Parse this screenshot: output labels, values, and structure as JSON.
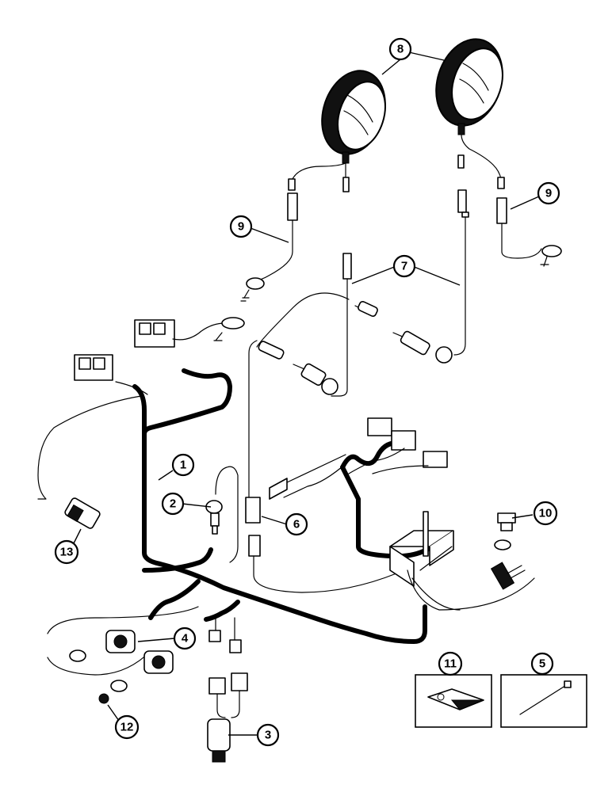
{
  "diagram": {
    "callouts": [
      {
        "id": "c1",
        "label": "1"
      },
      {
        "id": "c2",
        "label": "2"
      },
      {
        "id": "c3",
        "label": "3"
      },
      {
        "id": "c4",
        "label": "4"
      },
      {
        "id": "c5",
        "label": "5"
      },
      {
        "id": "c6",
        "label": "6"
      },
      {
        "id": "c7",
        "label": "7"
      },
      {
        "id": "c8",
        "label": "8"
      },
      {
        "id": "c9a",
        "label": "9"
      },
      {
        "id": "c9b",
        "label": "9"
      },
      {
        "id": "c10",
        "label": "10"
      },
      {
        "id": "c11",
        "label": "11"
      },
      {
        "id": "c12",
        "label": "12"
      },
      {
        "id": "c13",
        "label": "13"
      }
    ]
  }
}
